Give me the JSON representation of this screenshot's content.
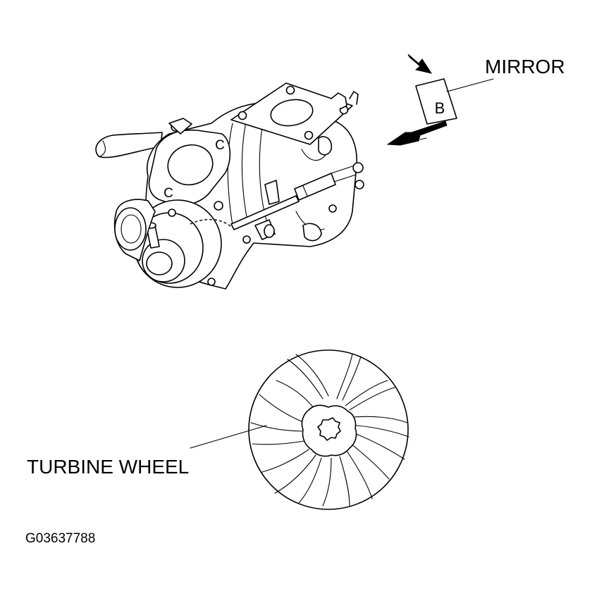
{
  "labels": {
    "mirror": "MIRROR",
    "mirror_marker": "B",
    "flange_mark_1": "C",
    "flange_mark_2": "C",
    "turbine_wheel": "TURBINE WHEEL",
    "figure_code": "G03637788"
  },
  "icons": [
    "turbocharger-drawing",
    "mirror-icon",
    "arrow-icon",
    "turbine-wheel-drawing"
  ],
  "colors": {
    "line": "#000000",
    "background": "#ffffff"
  }
}
